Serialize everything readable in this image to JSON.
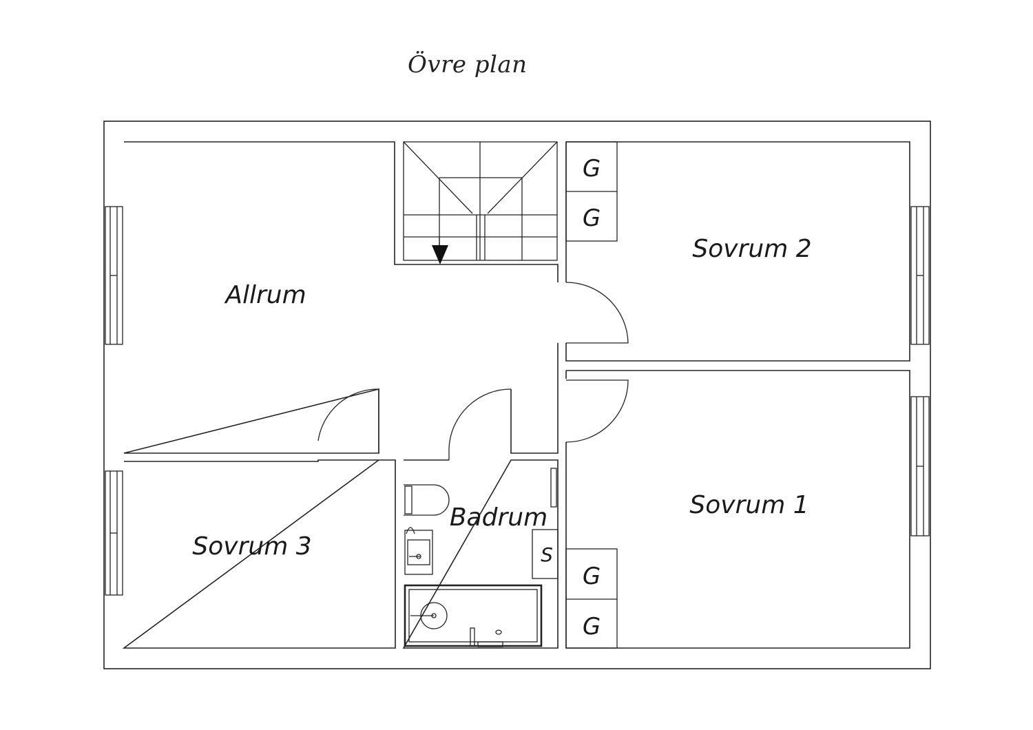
{
  "plan_title": "Övre plan",
  "rooms": {
    "allrum": "Allrum",
    "sovrum1": "Sovrum 1",
    "sovrum2": "Sovrum 2",
    "sovrum3": "Sovrum 3",
    "badrum": "Badrum"
  },
  "closets": {
    "g_top1": "G",
    "g_top2": "G",
    "g_bot1": "G",
    "g_bot2": "G",
    "s_bath": "S"
  }
}
